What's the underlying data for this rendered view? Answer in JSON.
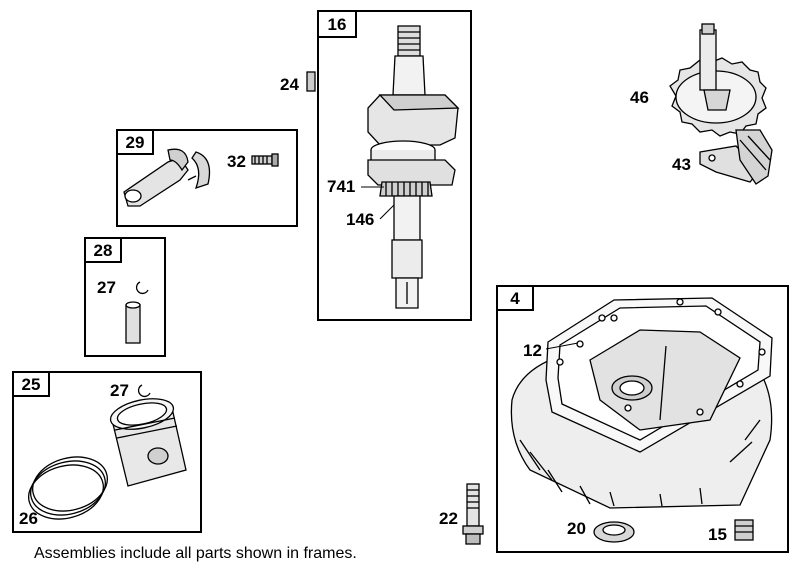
{
  "frames": {
    "f16": "16",
    "f29": "29",
    "f28": "28",
    "f25": "25",
    "f4": "4"
  },
  "callouts": {
    "c24": "24",
    "c32": "32",
    "c27a": "27",
    "c27b": "27",
    "c26": "26",
    "c741": "741",
    "c146": "146",
    "c46": "46",
    "c43": "43",
    "c12": "12",
    "c22": "22",
    "c20": "20",
    "c15": "15"
  },
  "footer": "Assemblies include all parts shown in frames."
}
